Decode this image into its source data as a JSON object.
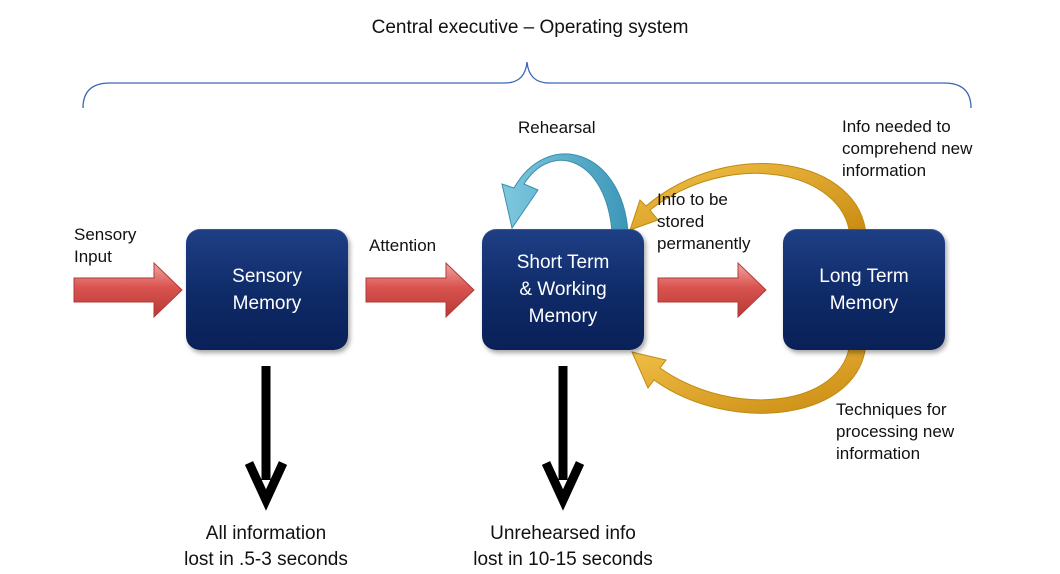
{
  "diagram": {
    "title": "Central executive – Operating system",
    "boxes": {
      "sensory": "Sensory\nMemory",
      "short_term": "Short Term\n& Working\nMemory",
      "long_term": "Long Term\nMemory"
    },
    "labels": {
      "sensory_input": "Sensory\nInput",
      "attention": "Attention",
      "rehearsal": "Rehearsal",
      "info_stored": "Info to be\nstored\npermanently",
      "info_needed": "Info needed to\ncomprehend new\ninformation",
      "techniques": "Techniques for\nprocessing new\ninformation",
      "sensory_loss": "All information\nlost in .5-3 seconds",
      "stm_loss": "Unrehearsed info\nlost in 10-15 seconds"
    },
    "colors": {
      "box": "#0e2a67",
      "red_arrow": "#d9534f",
      "rehearsal_arrow": "#5bb3cf",
      "gold_arrow": "#e0a31b",
      "brace": "#3a66b5",
      "loss_arrow": "#000000"
    }
  }
}
